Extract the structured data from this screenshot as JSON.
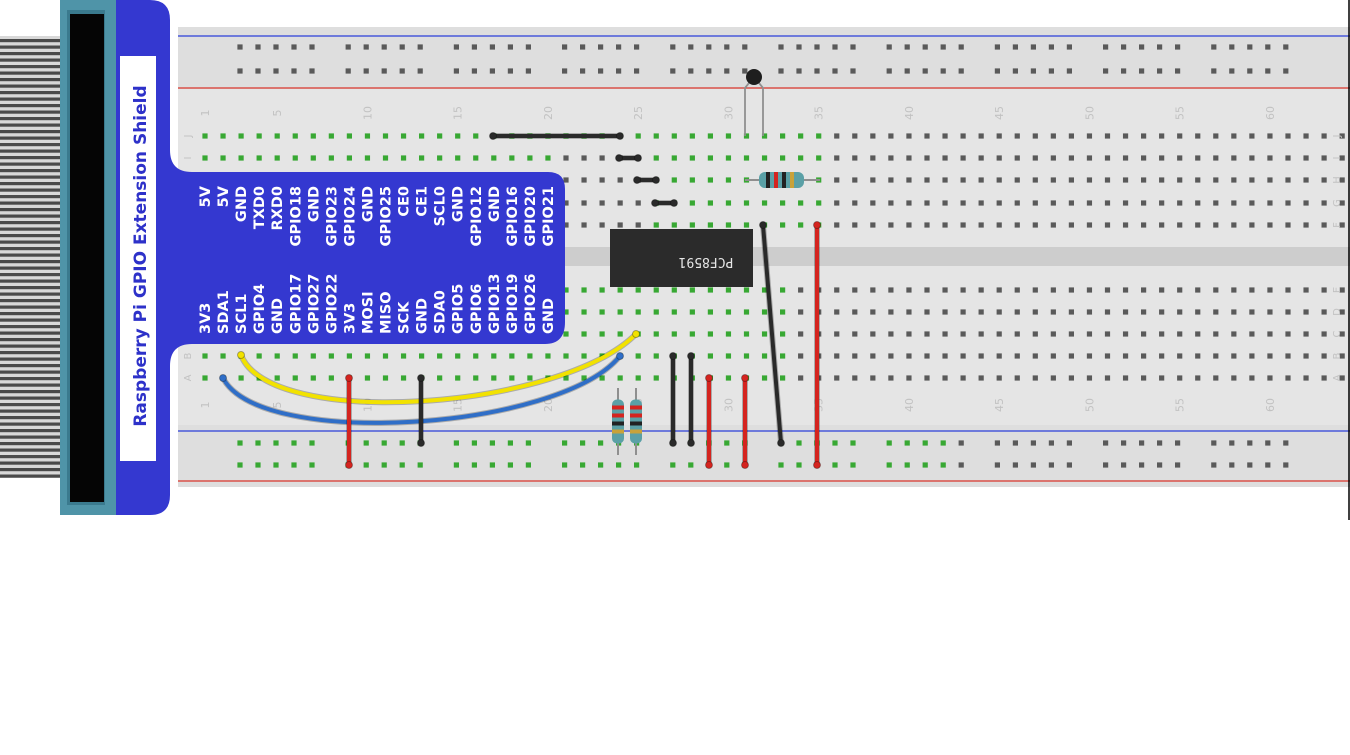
{
  "shield": {
    "title": "Raspberry Pi GPIO Extension Shield",
    "top_row_pins": [
      "5V",
      "5V",
      "GND",
      "TXD0",
      "RXD0",
      "GPIO18",
      "GND",
      "GPIO23",
      "GPIO24",
      "GND",
      "GPIO25",
      "CE0",
      "CE1",
      "SCL0",
      "GND",
      "GPIO12",
      "GND",
      "GPIO16",
      "GPIO20",
      "GPIO21"
    ],
    "bottom_row_pins": [
      "3V3",
      "SDA1",
      "SCL1",
      "GPIO4",
      "GND",
      "GPIO17",
      "GPIO27",
      "GPIO22",
      "3V3",
      "MOSI",
      "MISO",
      "SCK",
      "GND",
      "SDA0",
      "GPIO5",
      "GPIO6",
      "GPIO13",
      "GPIO19",
      "GPIO26",
      "GND"
    ]
  },
  "breadboard": {
    "column_numbers": [
      "1",
      "5",
      "10",
      "15",
      "20",
      "25",
      "30",
      "35",
      "40",
      "45",
      "50",
      "55",
      "60"
    ],
    "row_letters_top": [
      "J",
      "I",
      "H",
      "G",
      "F"
    ],
    "row_letters_bottom": [
      "E",
      "D",
      "C",
      "B",
      "A"
    ]
  },
  "chip": {
    "label": "PCF8591"
  },
  "colors": {
    "shield": "#3438d0",
    "cable_frame": "#4f94a8",
    "breadboard": "#e5e5e5",
    "rail_red": "#d9342b",
    "rail_blue": "#2b3fd9",
    "hole_active": "#38a833",
    "hole_inactive": "#5a5a5a",
    "wire_yellow": "#f2e200",
    "wire_blue": "#2f6ec7",
    "wire_red": "#d4241f",
    "wire_black": "#2a2a2a",
    "chip_body": "#2b2b2b"
  }
}
